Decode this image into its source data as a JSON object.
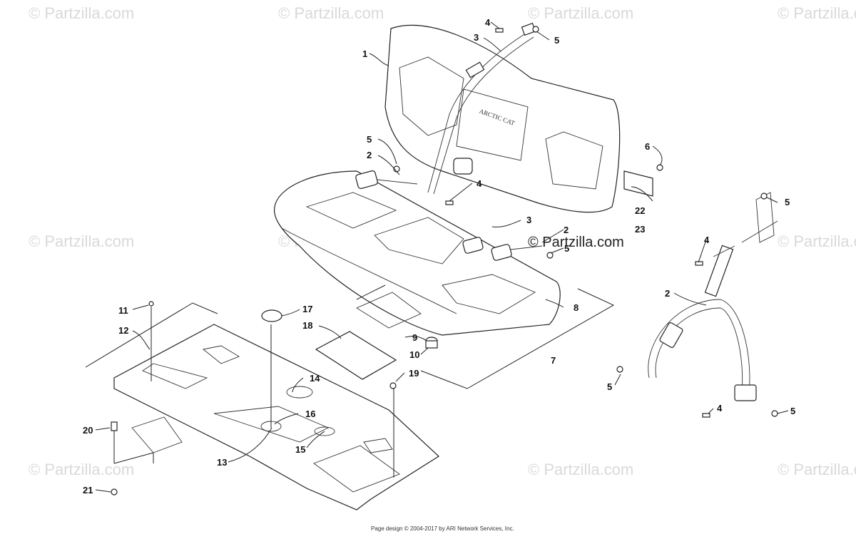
{
  "watermark": "© Partzilla.com",
  "footer": "Page design © 2004-2017 by ARI Network Services, Inc.",
  "seatback_logo": "ARCTIC CAT",
  "callouts": {
    "c1": "1",
    "c2a": "2",
    "c2b": "2",
    "c2c": "2",
    "c3a": "3",
    "c3b": "3",
    "c4a": "4",
    "c4b": "4",
    "c4c": "4",
    "c4d": "4",
    "c5a": "5",
    "c5b": "5",
    "c5c": "5",
    "c5d": "5",
    "c5e": "5",
    "c5f": "5",
    "c6": "6",
    "c7": "7",
    "c8": "8",
    "c9": "9",
    "c10": "10",
    "c11": "11",
    "c12": "12",
    "c13": "13",
    "c14": "14",
    "c15": "15",
    "c16": "16",
    "c17": "17",
    "c18": "18",
    "c19": "19",
    "c20": "20",
    "c21": "21",
    "c22": "22",
    "c23": "23"
  }
}
